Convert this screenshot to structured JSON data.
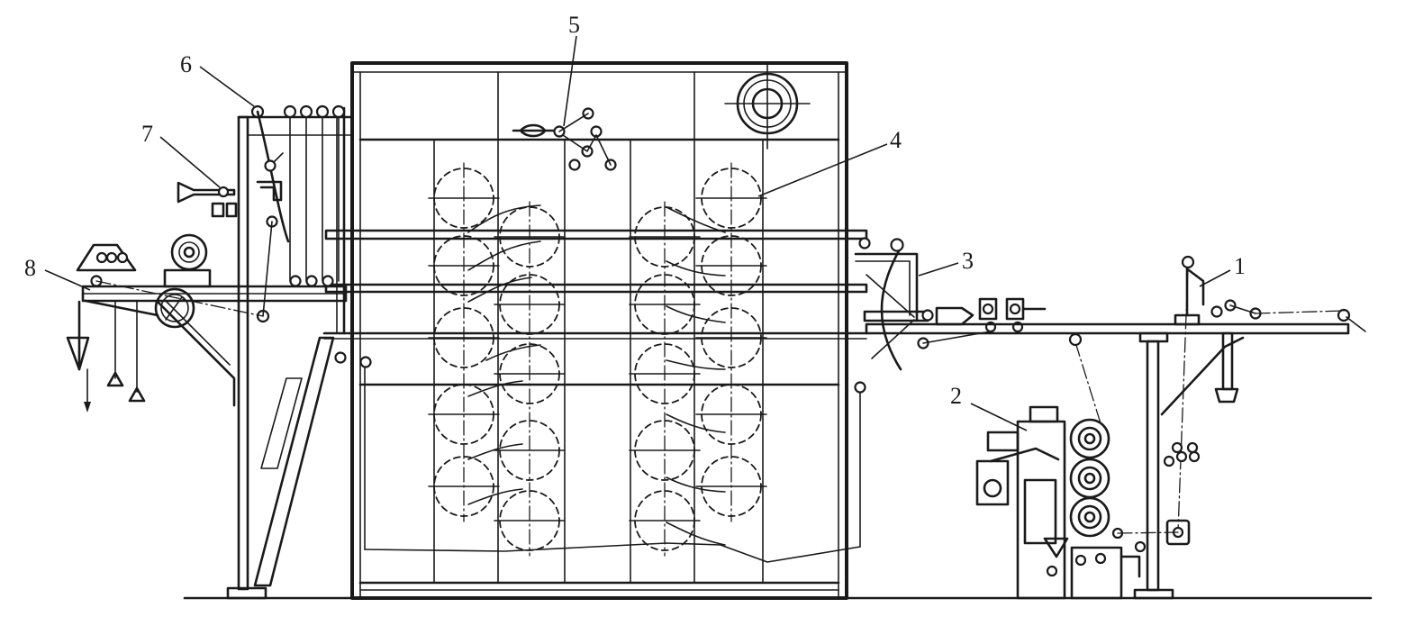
{
  "callouts": [
    {
      "id": "1",
      "text": "1"
    },
    {
      "id": "2",
      "text": "2"
    },
    {
      "id": "3",
      "text": "3"
    },
    {
      "id": "4",
      "text": "4"
    },
    {
      "id": "5",
      "text": "5"
    },
    {
      "id": "6",
      "text": "6"
    },
    {
      "id": "7",
      "text": "7"
    },
    {
      "id": "8",
      "text": "8"
    }
  ],
  "colors": {
    "ink": "#1a1a1a",
    "background": "#ffffff"
  }
}
